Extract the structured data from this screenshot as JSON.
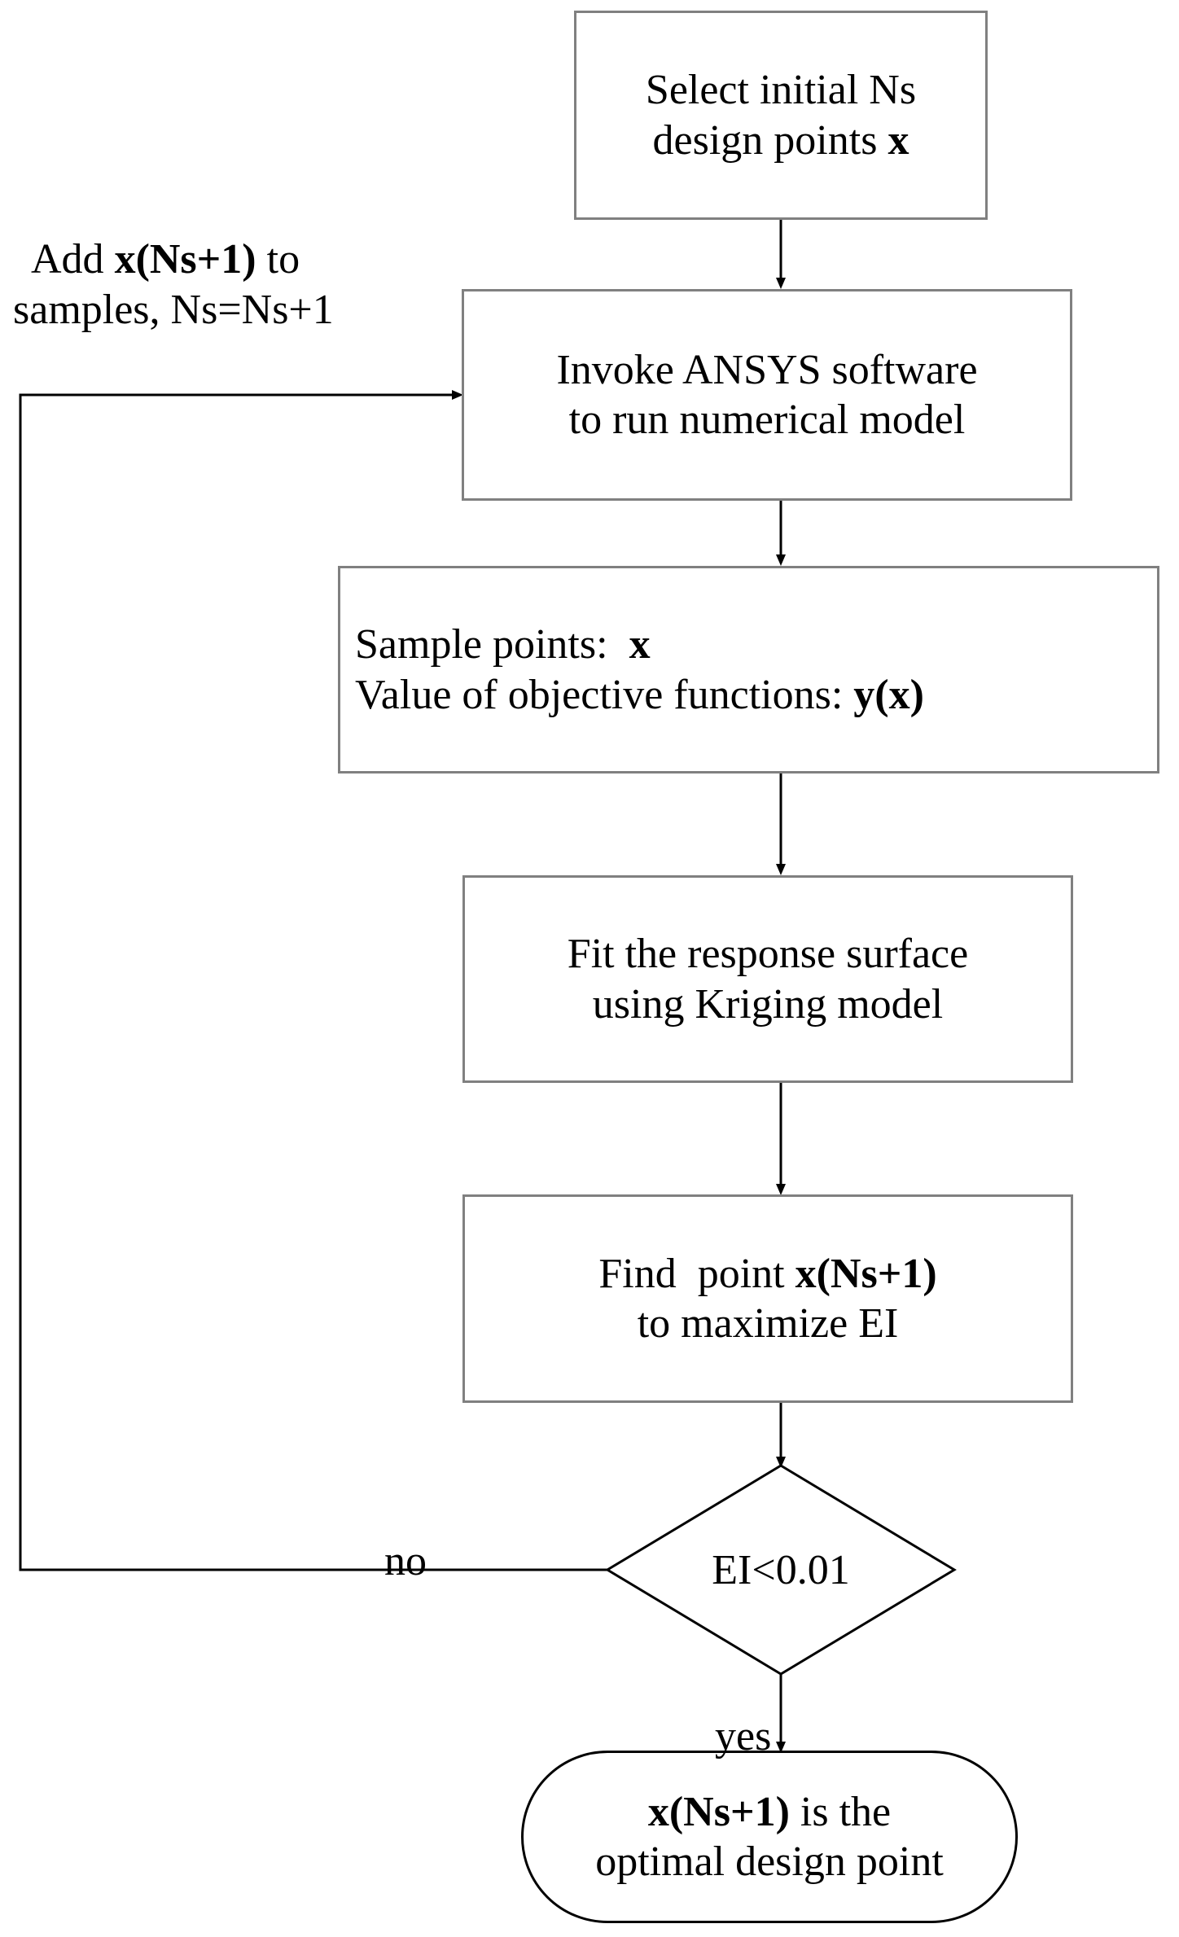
{
  "diagram": {
    "title": "Kriging-based Efficient Global Optimization flowchart",
    "stroke_color": "#808080",
    "line_color": "#000000",
    "background": "#ffffff"
  },
  "nodes": {
    "select_points": {
      "type": "process",
      "line1": "Select initial Ns",
      "line2_prefix": "design points ",
      "line2_bold": "x"
    },
    "invoke_ansys": {
      "type": "process",
      "line1": "Invoke ANSYS software",
      "line2": "to run numerical model"
    },
    "sample_values": {
      "type": "process",
      "line1_prefix": "Sample points:  ",
      "line1_bold": "x",
      "line2_prefix": "Value of objective functions: ",
      "line2_bold": "y(x)"
    },
    "fit_surface": {
      "type": "process",
      "line1": "Fit the response surface",
      "line2": "using Kriging model"
    },
    "find_point": {
      "type": "process",
      "line1_prefix": "Find  point ",
      "line1_bold": "x(Ns+1)",
      "line2": "to maximize EI"
    },
    "decision": {
      "type": "decision",
      "label": "EI<0.01"
    },
    "optimal_terminal": {
      "type": "terminal",
      "line1_bold": "x(Ns+1)",
      "line1_suffix": " is the",
      "line2": "optimal design point"
    }
  },
  "edge_labels": {
    "no": "no",
    "yes": "yes"
  },
  "feedback_label": {
    "line1_prefix": "Add ",
    "line1_bold": "x(Ns+1)",
    "line1_suffix": " to",
    "line2": "samples, Ns=Ns+1"
  }
}
